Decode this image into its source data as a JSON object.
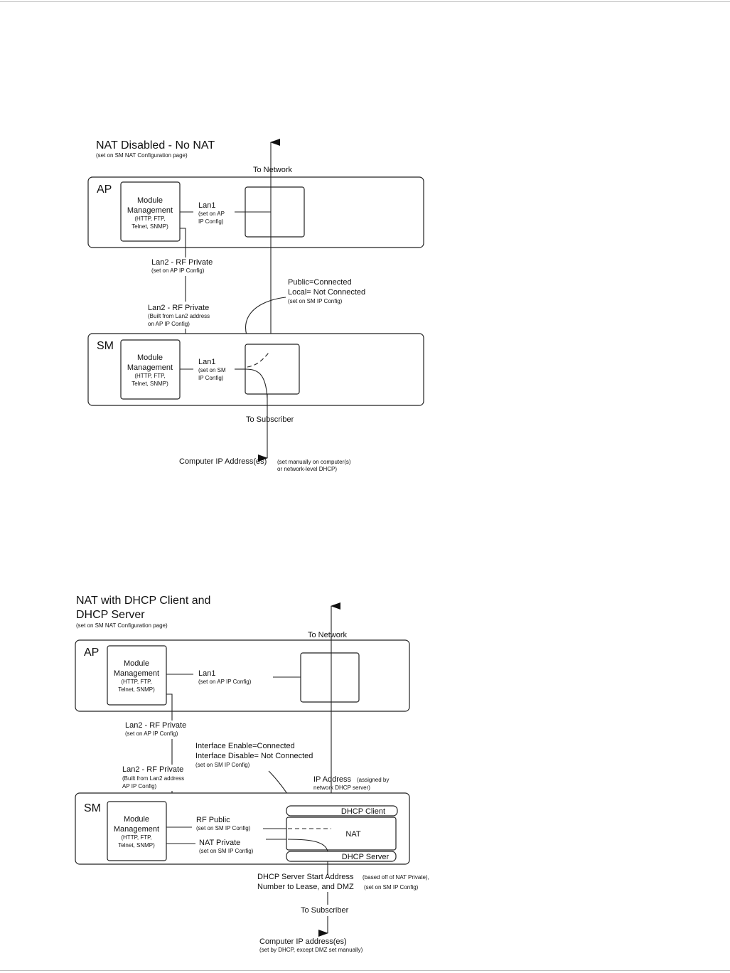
{
  "diagram1": {
    "title": "NAT Disabled - No NAT",
    "subtitle": "(set on SM NAT Configuration page)",
    "to_network": "To Network",
    "ap_label": "AP",
    "ap_module": [
      "Module",
      "Management"
    ],
    "ap_module_sub": [
      "(HTTP, FTP,",
      "Telnet, SNMP)"
    ],
    "ap_lan1": "Lan1",
    "ap_lan1_sub": [
      "(set on AP",
      "IP Config)"
    ],
    "lan2_a": "Lan2 - RF Private",
    "lan2_a_sub": "(set on AP IP Config)",
    "lan2_b": "Lan2 - RF Private",
    "lan2_b_sub": [
      "(Built from Lan2 address",
      "on AP IP Config)"
    ],
    "public_line1": "Public=Connected",
    "public_line2": "Local= Not Connected",
    "public_sub": "(set on SM IP Config)",
    "sm_label": "SM",
    "sm_module": [
      "Module",
      "Management"
    ],
    "sm_module_sub": [
      "(HTTP, FTP,",
      "Telnet, SNMP)"
    ],
    "sm_lan1": "Lan1",
    "sm_lan1_sub": [
      "(set on SM",
      "IP Config)"
    ],
    "to_subscriber": "To Subscriber",
    "computer": "Computer IP Address(es)",
    "computer_sub": [
      "(set manually on computer(s)",
      "or network-level DHCP)"
    ]
  },
  "diagram2": {
    "title": [
      "NAT with DHCP Client and",
      "DHCP Server"
    ],
    "subtitle": "(set on SM NAT Configuration page)",
    "to_network": "To Network",
    "ap_label": "AP",
    "ap_module": [
      "Module",
      "Management"
    ],
    "ap_module_sub": [
      "(HTTP, FTP,",
      "Telnet, SNMP)"
    ],
    "ap_lan1": "Lan1",
    "ap_lan1_sub": "(set on AP IP Config)",
    "lan2_a": "Lan2 - RF Private",
    "lan2_a_sub": "(set on AP IP Config)",
    "iface_line1": "Interface Enable=Connected",
    "iface_line2": "Interface Disable= Not Connected",
    "iface_sub": "(set on SM IP Config)",
    "lan2_b": "Lan2 - RF Private",
    "lan2_b_sub": [
      "(Built from Lan2 address",
      "AP IP Config)"
    ],
    "ip_address": "IP Address",
    "ip_address_sub": [
      "(assigned by",
      "network DHCP server)"
    ],
    "sm_label": "SM",
    "sm_module": [
      "Module",
      "Management"
    ],
    "sm_module_sub": [
      "(HTTP, FTP,",
      "Telnet, SNMP)"
    ],
    "rf_public": "RF Public",
    "rf_public_sub": "(set on SM IP Config)",
    "nat_private": "NAT Private",
    "nat_private_sub": "(set on SM IP Config)",
    "dhcp_client": "DHCP Client",
    "nat": "NAT",
    "dhcp_server": "DHCP Server",
    "dhcp_start": "DHCP Server Start Address",
    "dhcp_start_sub": "(based off of NAT Private),",
    "dhcp_line2": "Number to Lease, and DMZ",
    "dhcp_line2_sub": "(set on SM IP Config)",
    "to_subscriber": "To Subscriber",
    "computer": "Computer IP address(es)",
    "computer_sub": "(set by DHCP, except DMZ set manually)"
  }
}
